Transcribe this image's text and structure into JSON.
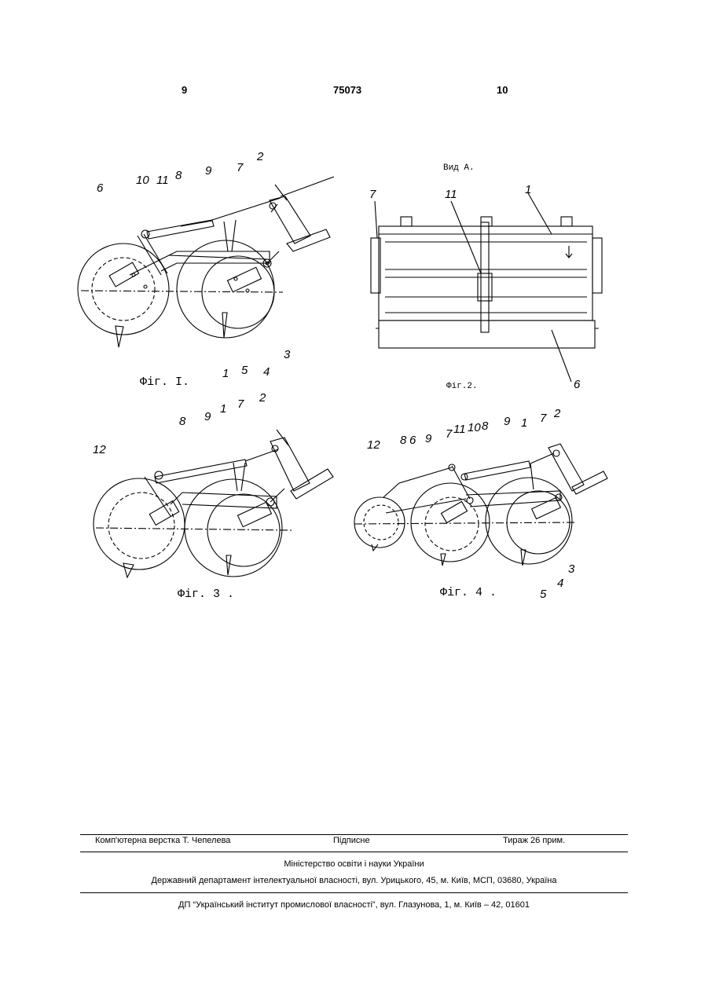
{
  "header": {
    "page_left": "9",
    "patent_number": "75073",
    "page_right": "10"
  },
  "figures": {
    "fig1": {
      "caption": "Фіг. I.",
      "labels": [
        "6",
        "10",
        "11",
        "8",
        "9",
        "7",
        "2",
        "1",
        "5",
        "4",
        "3"
      ]
    },
    "fig2": {
      "view_label": "Вид А.",
      "caption": "Фіг.2.",
      "labels": [
        "7",
        "11",
        "1",
        "6"
      ]
    },
    "fig3": {
      "caption": "Фіг. 3 .",
      "labels": [
        "8",
        "9",
        "1",
        "7",
        "2",
        "12"
      ]
    },
    "fig4": {
      "caption": "Фіг. 4 .",
      "labels": [
        "12",
        "8",
        "6",
        "9",
        "7",
        "11",
        "10",
        "8",
        "9",
        "1",
        "7",
        "2",
        "3",
        "4",
        "5"
      ]
    }
  },
  "footer": {
    "layout": "Комп'ютерна верстка Т. Чепелева",
    "signed": "Підписне",
    "circulation": "Тираж 26 прим.",
    "ministry": "Міністерство освіти і науки України",
    "department": "Державний департамент інтелектуальної власності, вул. Урицького, 45, м. Київ, МСП, 03680, Україна",
    "institute": "ДП “Український інститут промислової власності”, вул. Глазунова, 1, м. Київ – 42, 01601"
  }
}
